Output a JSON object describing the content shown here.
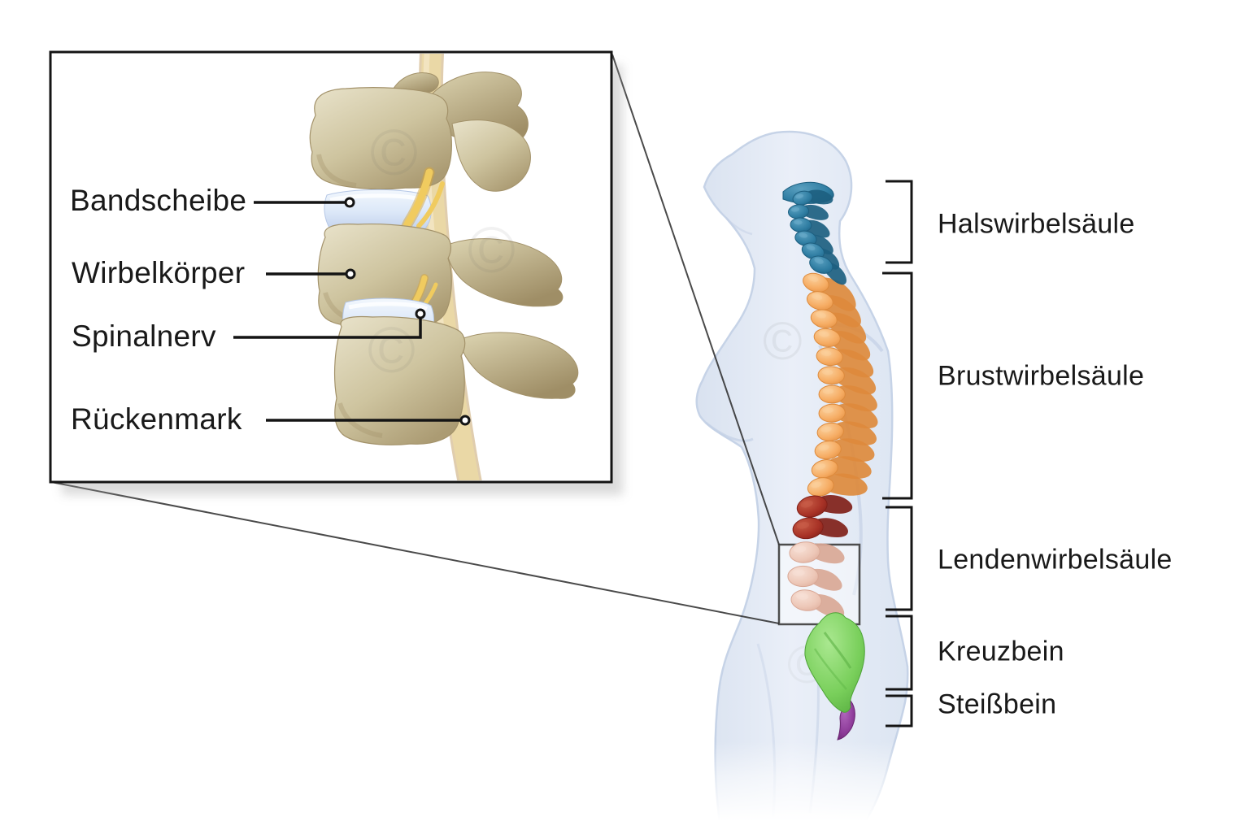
{
  "inset": {
    "labels": [
      {
        "id": "bandscheibe",
        "text": "Bandscheibe"
      },
      {
        "id": "wirbelkoerper",
        "text": "Wirbelkörper"
      },
      {
        "id": "spinalnerv",
        "text": "Spinalnerv"
      },
      {
        "id": "rueckenmark",
        "text": "Rückenmark"
      }
    ]
  },
  "spine_sections": [
    {
      "id": "cervical",
      "label": "Halswirbelsäule",
      "color": "#2f7da2"
    },
    {
      "id": "thoracic",
      "label": "Brustwirbelsäule",
      "color": "#f6ac63"
    },
    {
      "id": "lumbar",
      "label": "Lendenwirbelsäule",
      "color": "#a83226"
    },
    {
      "id": "sacrum",
      "label": "Kreuzbein",
      "color": "#79cf5b"
    },
    {
      "id": "coccyx",
      "label": "Steißbein",
      "color": "#8d3b99"
    }
  ],
  "watermark": {
    "symbol": "©"
  },
  "colors": {
    "label": "#191919",
    "line": "#141414",
    "body_fill": "#e7edf6",
    "body_edge": "#c6d3e7",
    "cervical": "#2f7da2",
    "cervical_dark": "#1d5f80",
    "cervical_light": "#6fb0cd",
    "thoracic": "#f6ac63",
    "thoracic_dark": "#dd8a3c",
    "thoracic_light": "#fbd09c",
    "lumbar": "#a83226",
    "lumbar_dark": "#801f18",
    "lumbar_light": "#c95e49",
    "lumbar_faded": "#edc7b7",
    "lumbar_faded_dark": "#d9a795",
    "lumbar_faded_light": "#f7e0d6",
    "sacrum": "#79cf5b",
    "sacrum_dark": "#4da337",
    "sacrum_light": "#aae890",
    "coccyx": "#8d3b99",
    "coccyx_dark": "#68246f",
    "coccyx_light": "#b066bc",
    "bone": "#cec49f",
    "bone_dark": "#a3926a",
    "bone_light": "#e8e2c9",
    "disc": "#dce8f8",
    "disc_dark": "#b5c7e6",
    "nerve": "#f0cb5f",
    "nerve_dark": "#d6a53c",
    "cord": "#ead8a6",
    "cord_dark": "#c7a46c",
    "watermark": "#5f5f5f"
  }
}
